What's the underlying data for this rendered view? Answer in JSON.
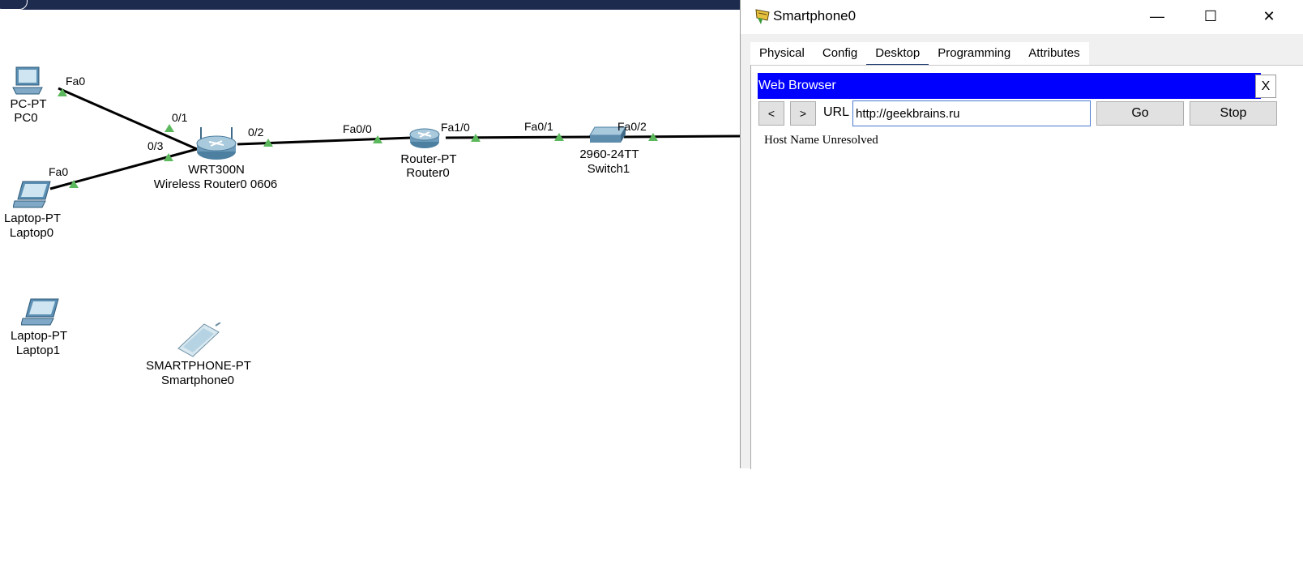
{
  "workspace": {
    "devices": {
      "pc0": {
        "type": "PC-PT",
        "name": "PC0"
      },
      "laptop0": {
        "type": "Laptop-PT",
        "name": "Laptop0"
      },
      "laptop1": {
        "type": "Laptop-PT",
        "name": "Laptop1"
      },
      "smartphone0": {
        "type": "SMARTPHONE-PT",
        "name": "Smartphone0"
      },
      "router_wireless": {
        "type": "WRT300N",
        "name": "Wireless Router0 0606"
      },
      "router0": {
        "type": "Router-PT",
        "name": "Router0"
      },
      "switch1": {
        "type": "2960-24TT",
        "name": "Switch1"
      }
    },
    "ports": {
      "pc0_fa0": "Fa0",
      "laptop0_fa0": "Fa0",
      "wr_01": "0/1",
      "wr_03": "0/3",
      "wr_02": "0/2",
      "r0_fa00": "Fa0/0",
      "r0_fa10": "Fa1/0",
      "sw_fa01": "Fa0/1",
      "sw_fa02": "Fa0/2"
    },
    "link_color": "#000000",
    "port_indicator_color": "#5cb85c"
  },
  "window": {
    "title": "Smartphone0",
    "minimize": "—",
    "maximize": "☐",
    "close": "✕",
    "tabs": [
      {
        "label": "Physical"
      },
      {
        "label": "Config"
      },
      {
        "label": "Desktop"
      },
      {
        "label": "Programming"
      },
      {
        "label": "Attributes"
      }
    ],
    "active_tab": "Desktop"
  },
  "browser": {
    "title": "Web Browser",
    "close": "X",
    "back": "<",
    "forward": ">",
    "url_label": "URL",
    "url_value": "http://geekbrains.ru",
    "go": "Go",
    "stop": "Stop",
    "content": "Host Name Unresolved",
    "title_color": "#0000ff"
  }
}
